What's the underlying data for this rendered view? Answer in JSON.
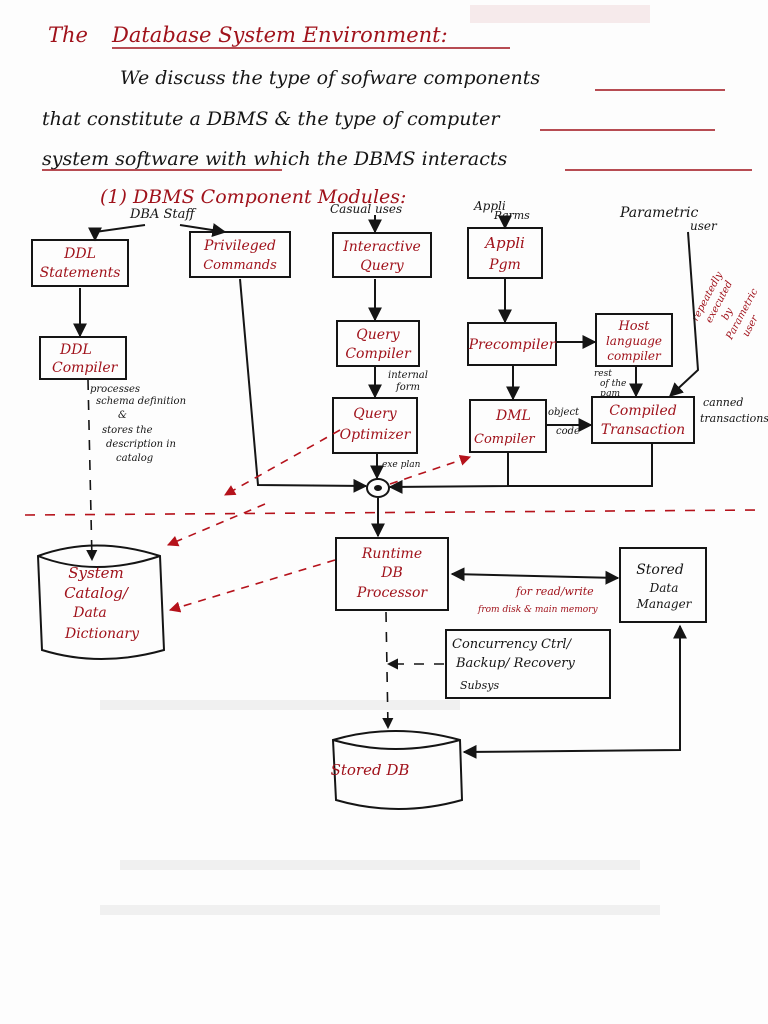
{
  "header": {
    "the": "The",
    "title": "Database System Environment:",
    "line1": "We discuss the type of sofware components",
    "line2": "that constitute a DBMS & the type of computer",
    "line3": "system software with which the DBMS interacts"
  },
  "section_heading": "(1) DBMS Component Modules:",
  "users": {
    "dba": "DBA Staff",
    "casual": "Casual uses",
    "appli_1": "Appli",
    "appli_2": "Pgrms",
    "parametric_1": "Parametric",
    "parametric_2": "user"
  },
  "boxes": {
    "ddl_statements_1": "DDL",
    "ddl_statements_2": "Statements",
    "privileged_1": "Privileged",
    "privileged_2": "Commands",
    "interactive_1": "Interactive",
    "interactive_2": "Query",
    "appli_pgm_1": "Appli",
    "appli_pgm_2": "Pgm",
    "ddl_compiler_1": "DDL",
    "ddl_compiler_2": "Compiler",
    "query_compiler_1": "Query",
    "query_compiler_2": "Compiler",
    "precompiler": "Precompiler",
    "host_1": "Host",
    "host_2": "language",
    "host_3": "compiler",
    "query_optimizer_1": "Query",
    "query_optimizer_2": "Optimizer",
    "dml_compiler_1": "DML",
    "dml_compiler_2": "Compiler",
    "compiled_1": "Compiled",
    "compiled_2": "Transaction",
    "system_catalog_1": "System",
    "system_catalog_2": "Catalog/",
    "system_catalog_3": "Data",
    "system_catalog_4": "Dictionary",
    "runtime_1": "Runtime",
    "runtime_2": "DB",
    "runtime_3": "Processor",
    "stored_data_1": "Stored",
    "stored_data_2": "Data",
    "stored_data_3": "Manager",
    "concurrency_1": "Concurrency Ctrl/",
    "concurrency_2": "Backup/ Recovery",
    "concurrency_3": "Subsys",
    "stored_db": "Stored DB"
  },
  "annotations": {
    "processes_1": "processes",
    "processes_2": "schema definition",
    "processes_3": "&",
    "processes_4": "stores the",
    "processes_5": "description in",
    "processes_6": "catalog",
    "internal_1": "internal",
    "internal_2": "form",
    "exe_plan": "exe plan",
    "object_code_1": "object",
    "object_code_2": "code",
    "rest_pgm_1": "rest",
    "rest_pgm_2": "of the",
    "rest_pgm_3": "pgm",
    "canned_1": "canned",
    "canned_2": "transactions",
    "repeat_1": "repeatedly",
    "repeat_2": "executed",
    "repeat_3": "by",
    "repeat_4": "Parametric",
    "repeat_5": "user",
    "rw_1": "for read/write",
    "rw_2": "from disk & main memory"
  },
  "colors": {
    "ink": "#151515",
    "red_ink": "#a0121b",
    "paper": "#fdfdfd"
  }
}
